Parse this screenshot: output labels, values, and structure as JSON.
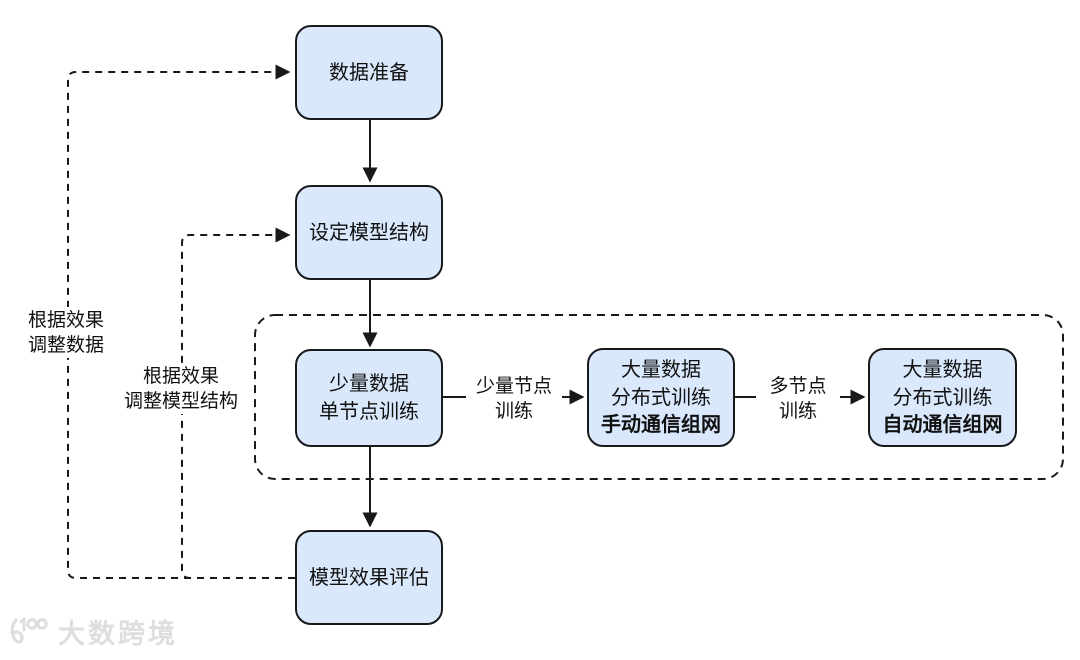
{
  "diagram": {
    "nodes": [
      {
        "id": "data-prep",
        "lines": [
          "数据准备"
        ]
      },
      {
        "id": "set-model",
        "lines": [
          "设定模型结构"
        ]
      },
      {
        "id": "small-data",
        "lines": [
          "少量数据",
          "单节点训练"
        ]
      },
      {
        "id": "manual-network",
        "lines": [
          "大量数据",
          "分布式训练",
          "手动通信组网"
        ]
      },
      {
        "id": "auto-network",
        "lines": [
          "大量数据",
          "分布式训练",
          "自动通信组网"
        ]
      },
      {
        "id": "model-eval",
        "lines": [
          "模型效果评估"
        ]
      }
    ],
    "edge_labels": [
      {
        "id": "few-nodes-train",
        "lines": [
          "少量节点",
          "训练"
        ]
      },
      {
        "id": "multi-nodes-train",
        "lines": [
          "多节点",
          "训练"
        ]
      },
      {
        "id": "adjust-data",
        "lines": [
          "根据效果",
          "调整数据"
        ]
      },
      {
        "id": "adjust-model",
        "lines": [
          "根据效果",
          "调整模型结构"
        ]
      }
    ],
    "colors": {
      "node_fill": "#dae8fc",
      "node_border": "#18191b",
      "line": "#18191b",
      "background": "#ffffff"
    }
  },
  "watermark": {
    "text": "大数跨境"
  }
}
